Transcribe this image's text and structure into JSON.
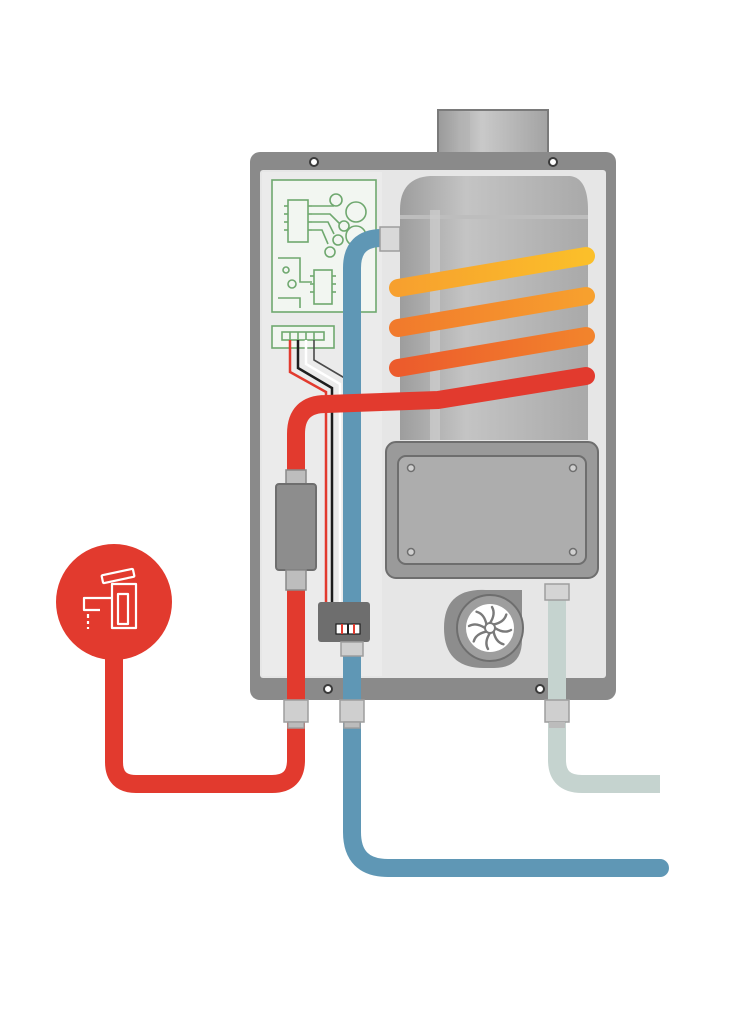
{
  "diagram": {
    "type": "tankless-water-heater-cutaway",
    "components": [
      "exhaust-vent",
      "control-board",
      "heat-exchanger",
      "heating-coil",
      "combustion-chamber-cover",
      "blower-fan",
      "flow-sensor",
      "water-valve",
      "faucet"
    ]
  },
  "colors": {
    "hot_water": "#E23A2E",
    "cold_water": "#5F97B5",
    "gas_line": "#C5D3CF",
    "housing_frame": "#8A8A8A",
    "housing_panel": "#E6E6E6",
    "heat_exchanger": "#A8A8A8",
    "coil_top": "#F9B233",
    "coil_mid": "#F28A2A",
    "coil_low": "#EB5A2E",
    "circuit": "#6FA86F",
    "dark_part": "#6E6E6E"
  },
  "icons": {
    "faucet": "faucet-icon",
    "fan": "fan-icon"
  }
}
